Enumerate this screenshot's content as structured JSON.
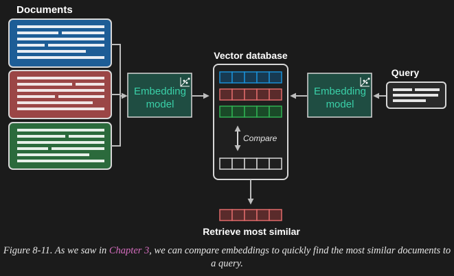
{
  "labels": {
    "documents": "Documents",
    "query": "Query",
    "vector_database": "Vector database",
    "embedding_left_line1": "Embedding",
    "embedding_left_line2": "model",
    "embedding_right_line1": "Embedding",
    "embedding_right_line2": "model",
    "compare": "Compare",
    "retrieve": "Retrieve most similar"
  },
  "caption": {
    "prefix": "Figure 8-11. As we saw in ",
    "link": "Chapter 3",
    "suffix": ", we can compare embeddings to quickly find the most similar documents to a query."
  },
  "colors": {
    "background": "#1b1b1b",
    "doc_blue": "#1d5d96",
    "doc_red": "#9b4646",
    "doc_green": "#2b6a3c",
    "embedding_fill": "#1f4d42",
    "embedding_text": "#3ad0a8",
    "vector_blue": "#1a8fd6",
    "vector_red": "#e06a6a",
    "vector_green": "#2fb152",
    "link": "#d66ec0"
  },
  "icons": [
    "scatter-icon",
    "double-arrow-icon"
  ]
}
